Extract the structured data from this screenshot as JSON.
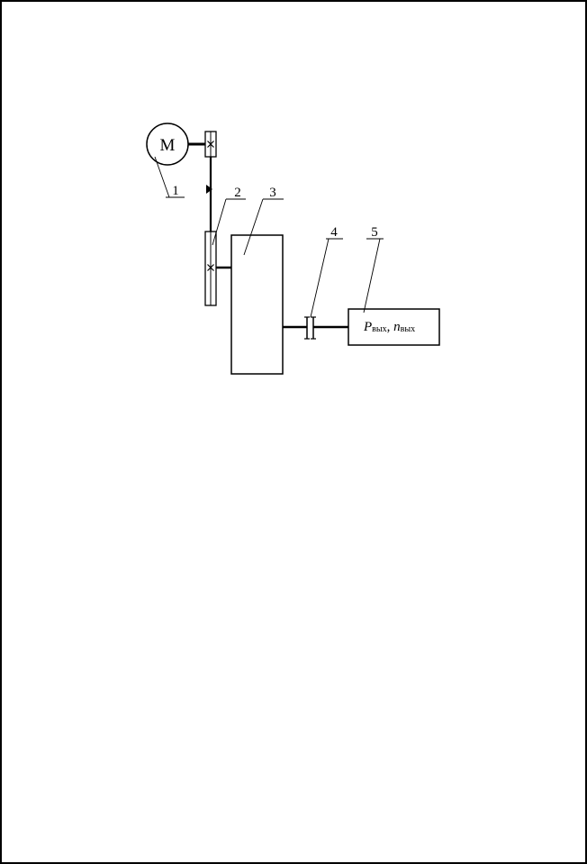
{
  "diagram": {
    "motor_label": "M",
    "callouts": [
      "1",
      "2",
      "3",
      "4",
      "5"
    ],
    "output": {
      "P": "P",
      "P_sub": "вых",
      "sep": ", ",
      "n": "n",
      "n_sub": "вых"
    }
  }
}
